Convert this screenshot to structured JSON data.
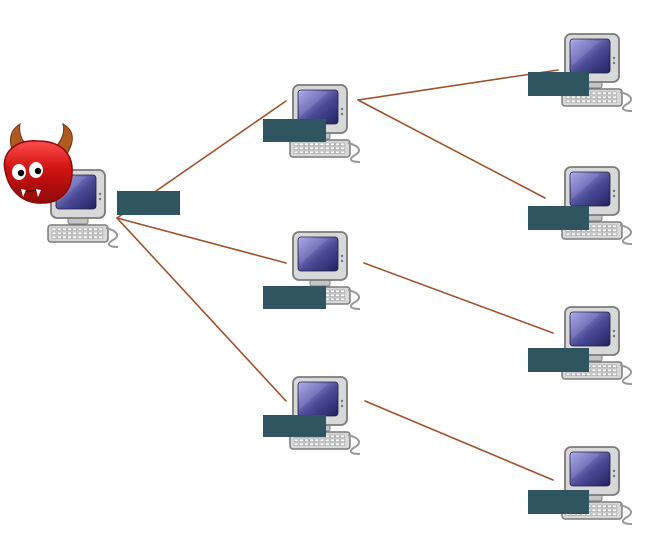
{
  "diagram": {
    "kind": "network-topology",
    "edges": [
      {
        "from": "attacker",
        "to": "level1-a"
      },
      {
        "from": "attacker",
        "to": "level1-b"
      },
      {
        "from": "attacker",
        "to": "level1-c"
      },
      {
        "from": "level1-a",
        "to": "level2-a"
      },
      {
        "from": "level1-a",
        "to": "level2-b"
      },
      {
        "from": "level1-b",
        "to": "level2-c"
      },
      {
        "from": "level1-c",
        "to": "level2-d"
      }
    ],
    "nodes": [
      {
        "id": "attacker",
        "role": "infected-host",
        "icon": "devil-icon",
        "label": ""
      },
      {
        "id": "level1-a",
        "role": "host",
        "icon": "computer-icon",
        "label": ""
      },
      {
        "id": "level1-b",
        "role": "host",
        "icon": "computer-icon",
        "label": ""
      },
      {
        "id": "level1-c",
        "role": "host",
        "icon": "computer-icon",
        "label": ""
      },
      {
        "id": "level2-a",
        "role": "host",
        "icon": "computer-icon",
        "label": ""
      },
      {
        "id": "level2-b",
        "role": "host",
        "icon": "computer-icon",
        "label": ""
      },
      {
        "id": "level2-c",
        "role": "host",
        "icon": "computer-icon",
        "label": ""
      },
      {
        "id": "level2-d",
        "role": "host",
        "icon": "computer-icon",
        "label": ""
      }
    ],
    "colors": {
      "edge": "#a0522d",
      "label_box": "#2f5560",
      "screen": "#3b3a86",
      "screen_highlight": "#8e8fd6",
      "device_body": "#d8d8d8",
      "device_outline": "#7b7b7b",
      "devil": "#d01212",
      "devil_dark": "#8f0a0a",
      "horns": "#b05a22"
    }
  }
}
